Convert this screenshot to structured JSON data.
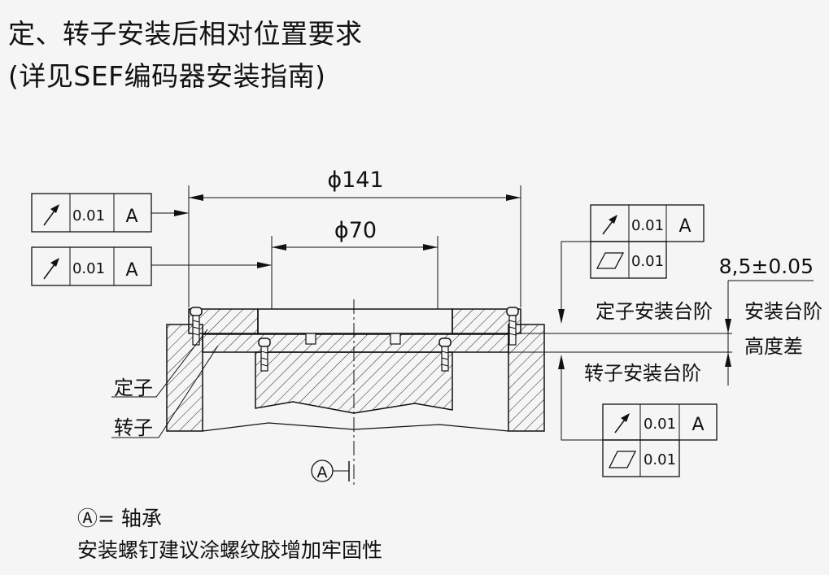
{
  "title_line1": "定、转子安装后相对位置要求",
  "title_line2": "(详见SEF编码器安装指南)",
  "dimensions": {
    "outer_diameter": "ϕ141",
    "inner_diameter": "ϕ70",
    "step_height": "8,5±0.05"
  },
  "labels": {
    "stator": "定子",
    "rotor": "转子",
    "stator_step": "定子安装台阶",
    "step_height_line1": "安装台阶",
    "step_height_line2": "高度差",
    "rotor_step": "转子安装台阶",
    "datum_letter": "A"
  },
  "tolerance_frames": {
    "outer_runout": {
      "tolerance": "0.01",
      "datum": "A"
    },
    "inner_runout": {
      "tolerance": "0.01",
      "datum": "A"
    },
    "stator_runout": {
      "tolerance": "0.01",
      "datum": "A"
    },
    "stator_flatness": {
      "tolerance": "0.01"
    },
    "rotor_runout": {
      "tolerance": "0.01",
      "datum": "A"
    },
    "rotor_flatness": {
      "tolerance": "0.01"
    }
  },
  "notes": {
    "datum_symbol": "Ⓐ",
    "datum_def": "= 轴承",
    "screw_note": "安装螺钉建议涂螺纹胶增加牢固性"
  }
}
